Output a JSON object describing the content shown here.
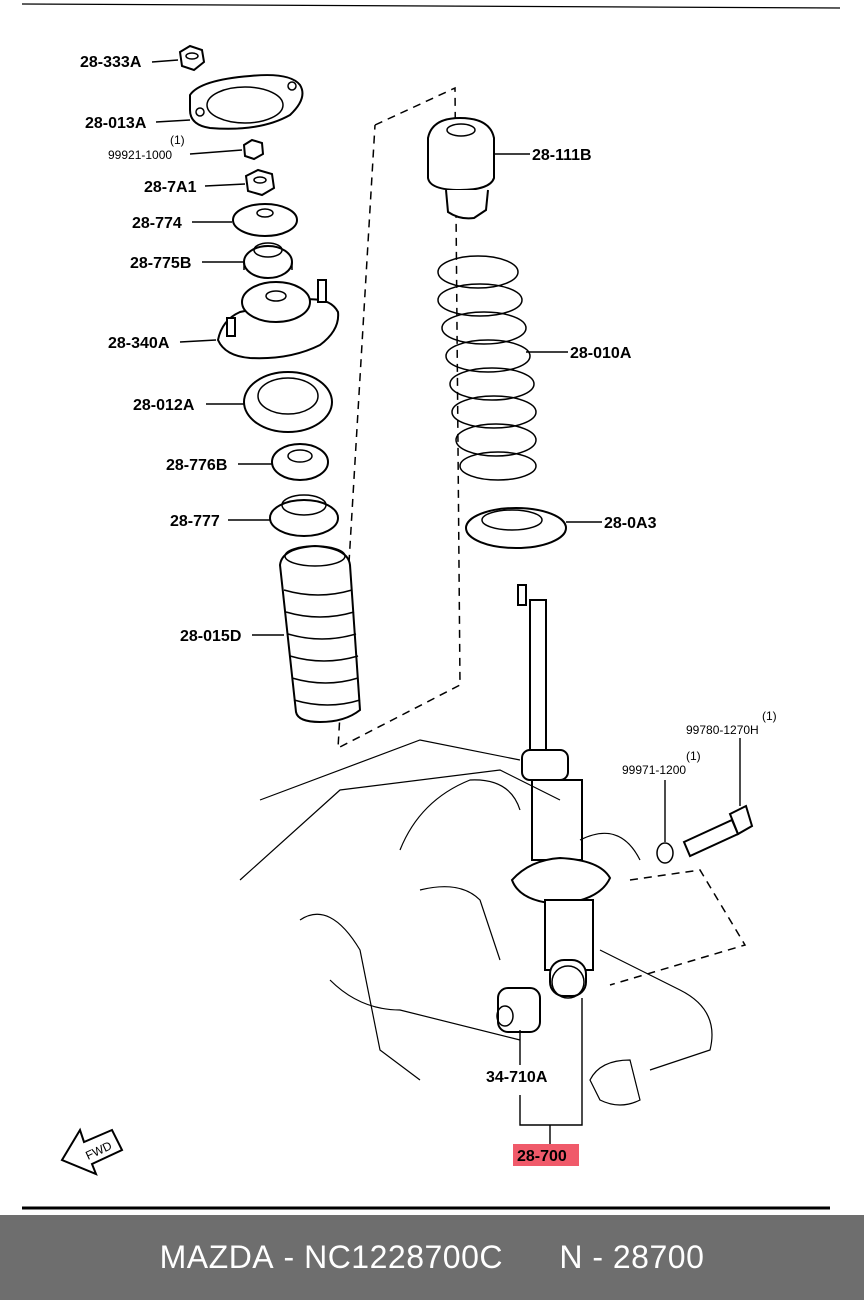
{
  "callouts": [
    {
      "id": "28-333A",
      "label": "28-333A"
    },
    {
      "id": "28-013A",
      "label": "28-013A"
    },
    {
      "id": "99921-1000",
      "label": "99921-1000",
      "qty": "(1)"
    },
    {
      "id": "28-7A1",
      "label": "28-7A1"
    },
    {
      "id": "28-774",
      "label": "28-774"
    },
    {
      "id": "28-775B",
      "label": "28-775B"
    },
    {
      "id": "28-340A",
      "label": "28-340A"
    },
    {
      "id": "28-012A",
      "label": "28-012A"
    },
    {
      "id": "28-776B",
      "label": "28-776B"
    },
    {
      "id": "28-777",
      "label": "28-777"
    },
    {
      "id": "28-015D",
      "label": "28-015D"
    },
    {
      "id": "28-111B",
      "label": "28-111B"
    },
    {
      "id": "28-010A",
      "label": "28-010A"
    },
    {
      "id": "28-0A3",
      "label": "28-0A3"
    },
    {
      "id": "99780-1270H",
      "label": "99780-1270H",
      "qty": "(1)"
    },
    {
      "id": "99971-1200",
      "label": "99971-1200",
      "qty": "(1)"
    },
    {
      "id": "34-710A",
      "label": "34-710A"
    },
    {
      "id": "28-700",
      "label": "28-700",
      "highlighted": true
    }
  ],
  "direction_marker": "FWD",
  "highlight_color": "#f05a6a",
  "footer": {
    "brand": "MAZDA",
    "separator": "-",
    "part_number": "NC1228700C",
    "group_prefix": "N",
    "group_number": "28700"
  }
}
